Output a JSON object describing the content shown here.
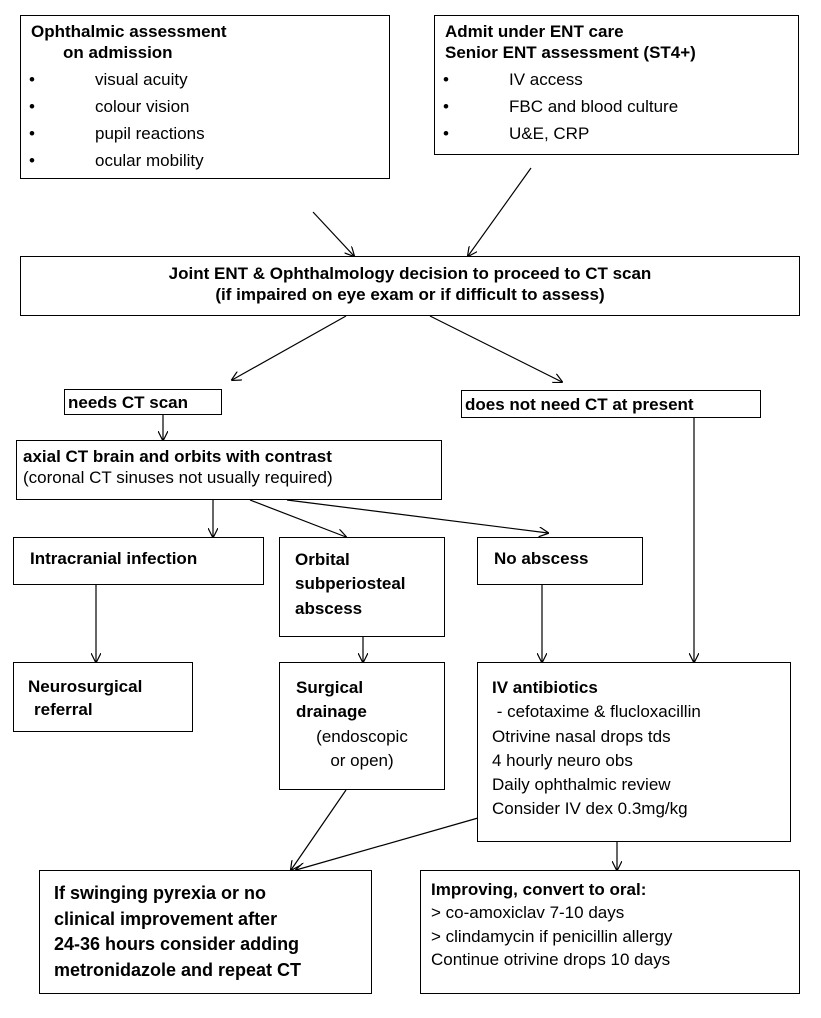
{
  "ophthalmic": {
    "title_line1": "Ophthalmic assessment",
    "title_line2": "on admission",
    "items": [
      "visual acuity",
      "colour vision",
      "pupil reactions",
      "ocular mobility"
    ]
  },
  "ent": {
    "title_line1": "Admit under ENT care",
    "title_line2": "Senior ENT assessment (ST4+)",
    "items": [
      "IV access",
      "FBC and blood culture",
      "U&E, CRP"
    ]
  },
  "joint": {
    "line1": "Joint ENT & Ophthalmology decision to proceed to CT scan",
    "line2": "(if impaired on eye exam or if difficult to assess)"
  },
  "needs_ct": "needs CT scan",
  "no_ct": "does not need CT at present",
  "ct": {
    "line1": "axial CT brain and orbits with contrast",
    "line2": "(coronal CT sinuses not usually required)"
  },
  "intracranial": "Intracranial infection",
  "orbital": {
    "line1": "Orbital",
    "line2": "subperiosteal",
    "line3": "abscess"
  },
  "no_abscess": "No abscess",
  "neuro": {
    "line1": "Neurosurgical",
    "line2": "referral"
  },
  "surgical": {
    "line1": "Surgical",
    "line2": "drainage",
    "line3": "(endoscopic",
    "line4": "or open)"
  },
  "iv": {
    "title": "IV antibiotics",
    "lines": [
      " - cefotaxime & flucloxacillin",
      "Otrivine nasal drops tds",
      "4 hourly neuro obs",
      "Daily ophthalmic review",
      "Consider IV dex 0.3mg/kg"
    ]
  },
  "swinging": {
    "lines": [
      "If swinging pyrexia or no",
      "clinical improvement after",
      "24-36 hours consider adding",
      "metronidazole and repeat CT"
    ]
  },
  "improving": {
    "title": "Improving, convert to oral:",
    "lines": [
      "> co-amoxiclav 7-10 days",
      "> clindamycin if penicillin allergy",
      "Continue otrivine drops 10 days"
    ]
  }
}
